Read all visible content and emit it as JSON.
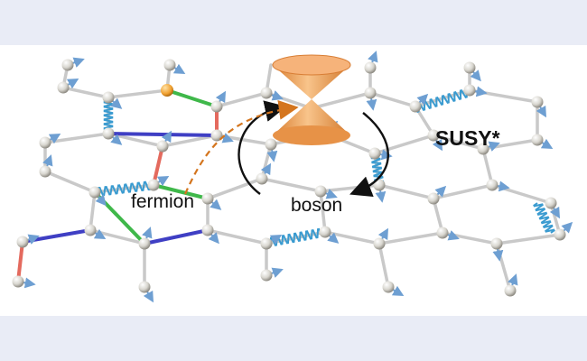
{
  "labels": {
    "fermion": "fermion",
    "boson": "boson",
    "susy": "SUSY*"
  },
  "colors": {
    "background_band": "#e9ecf6",
    "panel": "#ffffff",
    "lattice_bond": "#c9c9c9",
    "bond_blue": "#3f3fc4",
    "bond_green": "#3fb84a",
    "bond_red": "#e46a5e",
    "spring": "#3a9bd0",
    "spin_arrow": "#6e9fd2",
    "cone": "#f0a35f",
    "dashed_arrow": "#d4751e"
  },
  "icons": [
    "dirac-cone-icon",
    "spring-icon",
    "spin-arrow-icon",
    "circular-arrow-icon"
  ]
}
